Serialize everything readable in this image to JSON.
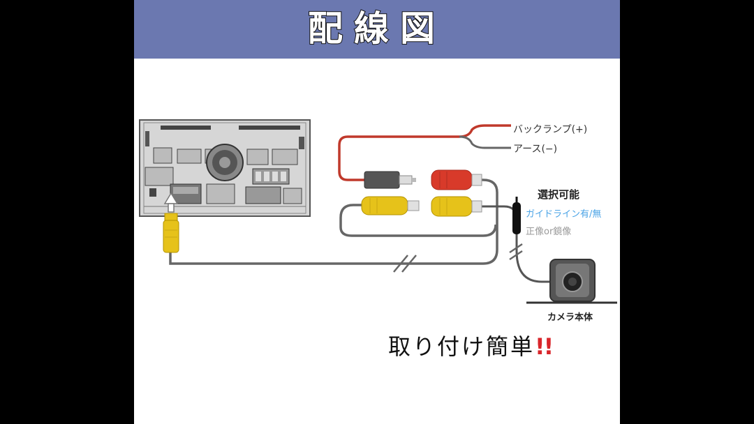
{
  "title": "配線図",
  "labels": {
    "back_lamp": "バックランプ(+)",
    "earth": "アース(−)",
    "selectable": "選択可能",
    "guide_line": "ガイドライン有/無",
    "mirror": "正像or鏡像",
    "camera_body": "カメラ本体",
    "easy_install": "取り付け簡単",
    "easy_mark": "!!"
  },
  "colors": {
    "header": "#6b78b0",
    "red_wire": "#c0392b",
    "cable": "#666666",
    "yellow_plug": "#e6c21a",
    "red_plug": "#d83a2a",
    "guide_text": "#4aa3e6",
    "mirror_text": "#9a9a9a",
    "exclaim": "#d9262b"
  }
}
